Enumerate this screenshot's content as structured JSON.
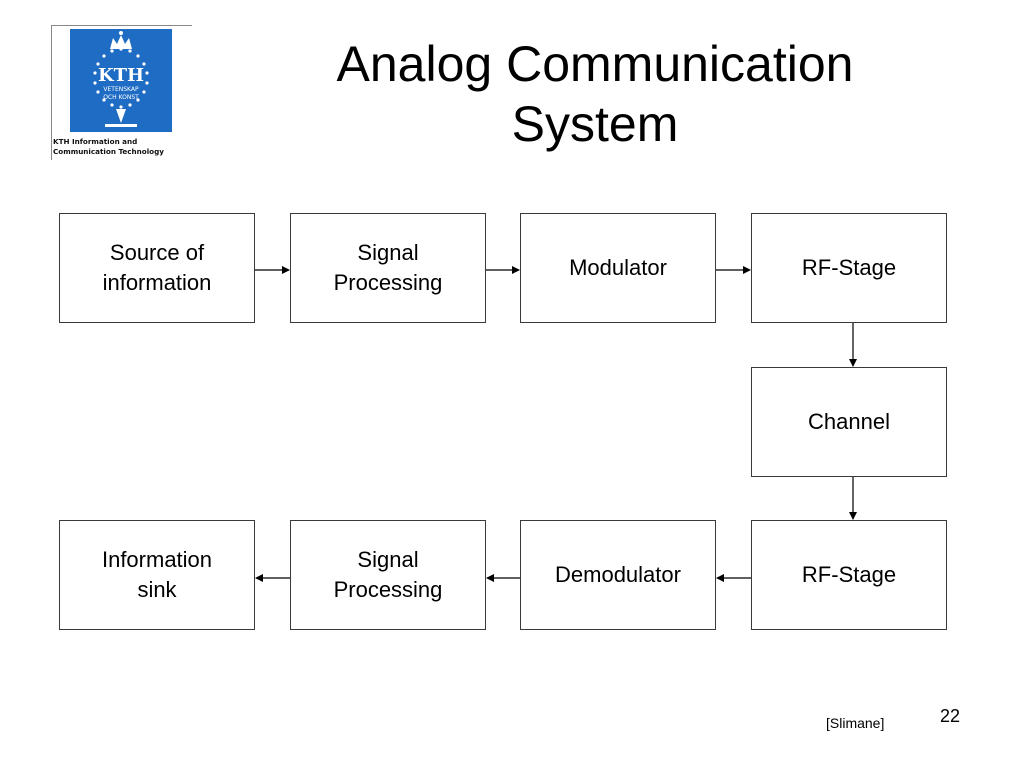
{
  "logo": {
    "badge_text": "KTH",
    "badge_sub1": "VETENSKAP",
    "badge_sub2": "OCH KONST",
    "caption_line1": "KTH Information and",
    "caption_line2": "Communication Technology"
  },
  "title": {
    "line1": "Analog Communication",
    "line2": "System"
  },
  "blocks": {
    "source": "Source of\ninformation",
    "tx_processing": "Signal\nProcessing",
    "modulator": "Modulator",
    "tx_rf": "RF-Stage",
    "channel": "Channel",
    "rx_rf": "RF-Stage",
    "demodulator": "Demodulator",
    "rx_processing": "Signal\nProcessing",
    "sink": "Information\nsink"
  },
  "footer": {
    "citation": "[Slimane]",
    "page_number": "22"
  },
  "colors": {
    "logo_blue": "#1f6cc4",
    "block_border": "#3a3a3a",
    "text": "#000000"
  }
}
